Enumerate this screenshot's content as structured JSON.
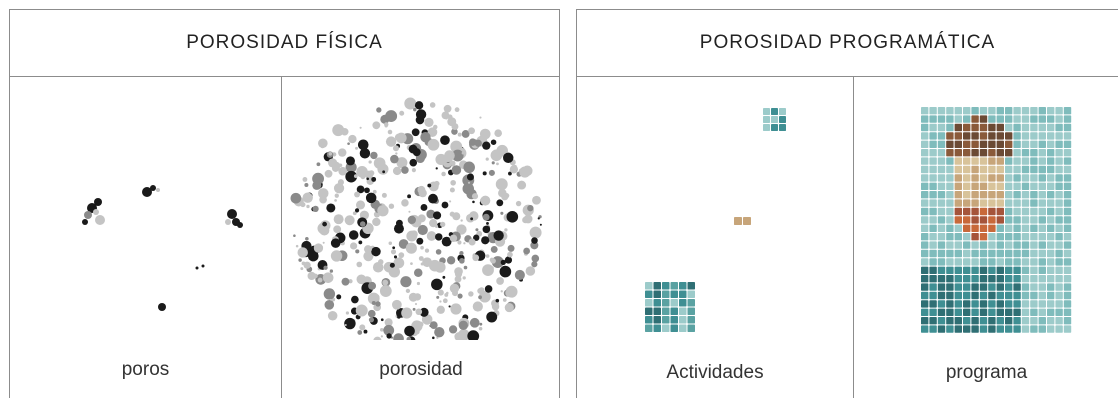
{
  "left_panel": {
    "title": "POROSIDAD FÍSICA",
    "cells": [
      {
        "label": "poros"
      },
      {
        "label": "porosidad"
      }
    ]
  },
  "right_panel": {
    "title": "POROSIDAD PROGRAMÁTICA",
    "cells": [
      {
        "label": "Actividades"
      },
      {
        "label": "programa"
      }
    ]
  },
  "colors": {
    "border": "#8c8c8c",
    "dot_dark": "#1a1a1a",
    "dot_mid": "#8a8a8a",
    "dot_light": "#c4c4c4",
    "tile_teal": "#3f8f93",
    "tile_light_teal": "#9ccbca",
    "tile_skin": "#c7a57a",
    "tile_brown": "#8a5a3a",
    "tile_orange": "#c8693a"
  },
  "icons": [
    "pore-dots",
    "porosity-disc",
    "activity-tiles",
    "program-mosaic"
  ]
}
